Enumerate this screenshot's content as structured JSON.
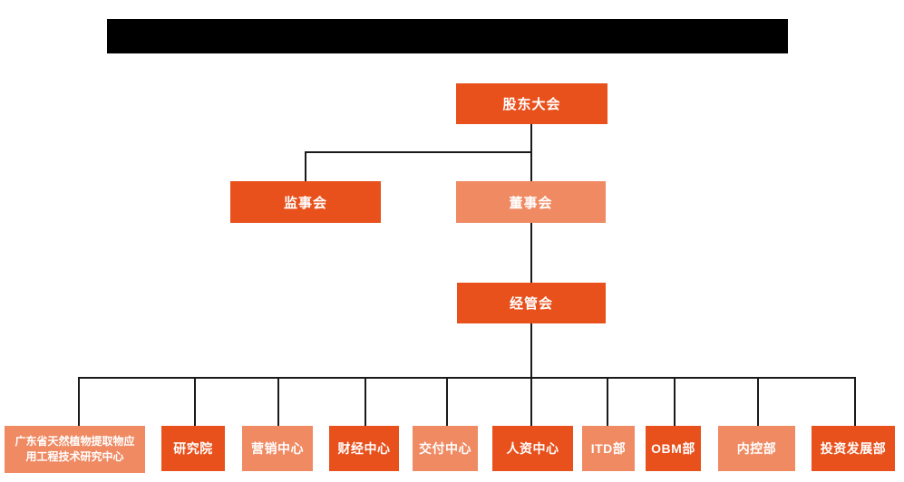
{
  "colors": {
    "primary": "#E8501C",
    "secondary": "#EF8A63",
    "line": "#1a1a1a",
    "text": "#ffffff",
    "redaction": "#000000"
  },
  "chart": {
    "root": {
      "label": "股东大会",
      "variant": "primary"
    },
    "level2": [
      {
        "label": "监事会",
        "variant": "primary"
      },
      {
        "label": "董事会",
        "variant": "secondary"
      }
    ],
    "level3": [
      {
        "label": "经管会",
        "variant": "primary"
      }
    ],
    "departments": [
      {
        "label": "广东省天然植物提取物应\n用工程技术研究中心",
        "variant": "secondary"
      },
      {
        "label": "研究院",
        "variant": "primary"
      },
      {
        "label": "营销中心",
        "variant": "secondary"
      },
      {
        "label": "财经中心",
        "variant": "primary"
      },
      {
        "label": "交付中心",
        "variant": "secondary"
      },
      {
        "label": "人资中心",
        "variant": "primary"
      },
      {
        "label": "ITD部",
        "variant": "secondary"
      },
      {
        "label": "OBM部",
        "variant": "primary"
      },
      {
        "label": "内控部",
        "variant": "secondary"
      },
      {
        "label": "投资发展部",
        "variant": "primary"
      }
    ]
  }
}
